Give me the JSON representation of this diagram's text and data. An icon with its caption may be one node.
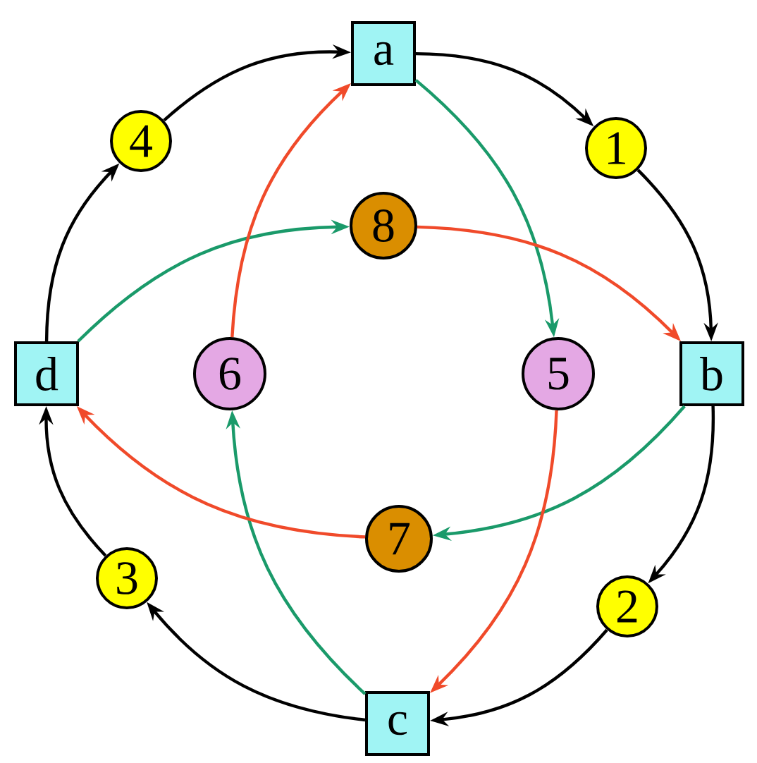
{
  "diagram": {
    "nodes": [
      {
        "text": [
          "a"
        ]
      },
      {
        "text": [
          "4"
        ]
      },
      {
        "text": [
          "1"
        ]
      },
      {
        "text": [
          "8"
        ]
      },
      {
        "text": [
          "d"
        ]
      },
      {
        "text": [
          "6"
        ]
      },
      {
        "text": [
          "5"
        ]
      },
      {
        "text": [
          "b"
        ]
      },
      {
        "text": [
          "7"
        ]
      },
      {
        "text": [
          "3"
        ]
      },
      {
        "text": [
          "2"
        ]
      },
      {
        "text": [
          "c"
        ]
      }
    ],
    "edges": [
      {
        "from": 0,
        "to": 2,
        "arrow": "to"
      },
      {
        "from": 2,
        "to": 7,
        "arrow": "to"
      },
      {
        "from": 7,
        "to": 10,
        "arrow": "to"
      },
      {
        "from": 10,
        "to": 11,
        "arrow": "to"
      },
      {
        "from": 11,
        "to": 9,
        "arrow": "to"
      },
      {
        "from": 9,
        "to": 4,
        "arrow": "to"
      },
      {
        "from": 4,
        "to": 1,
        "arrow": "to"
      },
      {
        "from": 1,
        "to": 0,
        "arrow": "to"
      },
      {
        "from": 0,
        "to": 6,
        "arrow": "to",
        "color": "#1a9a6a"
      },
      {
        "from": 4,
        "to": 3,
        "arrow": "to",
        "color": "#1a9a6a"
      },
      {
        "from": 7,
        "to": 8,
        "arrow": "to",
        "color": "#1a9a6a"
      },
      {
        "from": 11,
        "to": 5,
        "arrow": "to",
        "color": "#1a9a6a"
      },
      {
        "from": 5,
        "to": 0,
        "arrow": "to",
        "color": "#f04a2a"
      },
      {
        "from": 3,
        "to": 7,
        "arrow": "to",
        "color": "#f04a2a"
      },
      {
        "from": 6,
        "to": 11,
        "arrow": "to",
        "color": "#f04a2a"
      },
      {
        "from": 8,
        "to": 4,
        "arrow": "to",
        "color": "#f04a2a"
      }
    ]
  }
}
